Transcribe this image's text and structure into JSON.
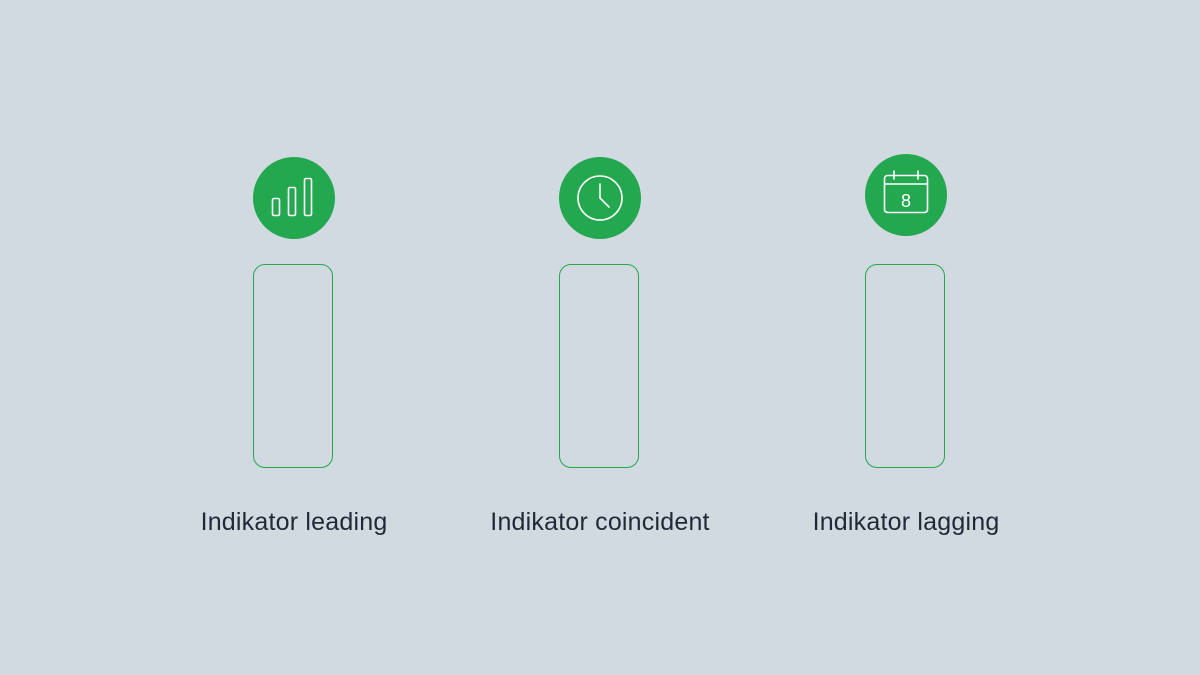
{
  "colors": {
    "background": "#d1d9e1",
    "accent": "#23a74f",
    "text": "#1f2a36"
  },
  "indicators": [
    {
      "icon": "bar-chart-icon",
      "label": "Indikator leading"
    },
    {
      "icon": "clock-icon",
      "label": "Indikator coincident"
    },
    {
      "icon": "calendar-icon",
      "label": "Indikator lagging",
      "calendar_day": "8"
    }
  ]
}
